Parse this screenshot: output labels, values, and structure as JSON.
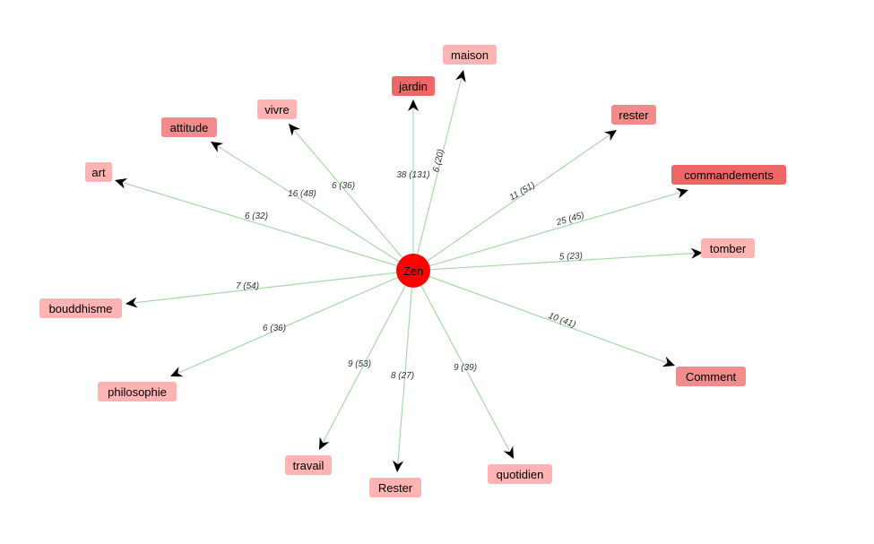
{
  "graph": {
    "center": {
      "label": "Zen",
      "color": "#ff0000"
    },
    "colors": {
      "edge": "#a6d9a6",
      "node_light": "#ffb3b3",
      "node_mid": "#f28c8c",
      "node_strong": "#ef6666"
    },
    "nodes": [
      {
        "id": "jardin",
        "label": "jardin",
        "edge_label": "38 (131)",
        "tone": "strong"
      },
      {
        "id": "maison",
        "label": "maison",
        "edge_label": "6 (20)",
        "tone": "light"
      },
      {
        "id": "rester",
        "label": "rester",
        "edge_label": "11 (51)",
        "tone": "mid"
      },
      {
        "id": "commandements",
        "label": "commandements",
        "edge_label": "25 (45)",
        "tone": "strong"
      },
      {
        "id": "tomber",
        "label": "tomber",
        "edge_label": "5 (23)",
        "tone": "light"
      },
      {
        "id": "comment",
        "label": "Comment",
        "edge_label": "10 (41)",
        "tone": "mid"
      },
      {
        "id": "quotidien",
        "label": "quotidien",
        "edge_label": "9 (39)",
        "tone": "light"
      },
      {
        "id": "rester2",
        "label": "Rester",
        "edge_label": "8 (27)",
        "tone": "light"
      },
      {
        "id": "travail",
        "label": "travail",
        "edge_label": "9 (53)",
        "tone": "light"
      },
      {
        "id": "philosophie",
        "label": "philosophie",
        "edge_label": "6 (36)",
        "tone": "light"
      },
      {
        "id": "bouddhisme",
        "label": "bouddhisme",
        "edge_label": "7 (54)",
        "tone": "light"
      },
      {
        "id": "art",
        "label": "art",
        "edge_label": "6 (32)",
        "tone": "light"
      },
      {
        "id": "attitude",
        "label": "attitude",
        "edge_label": "16 (48)",
        "tone": "mid"
      },
      {
        "id": "vivre",
        "label": "vivre",
        "edge_label": "6 (36)",
        "tone": "light"
      }
    ]
  }
}
